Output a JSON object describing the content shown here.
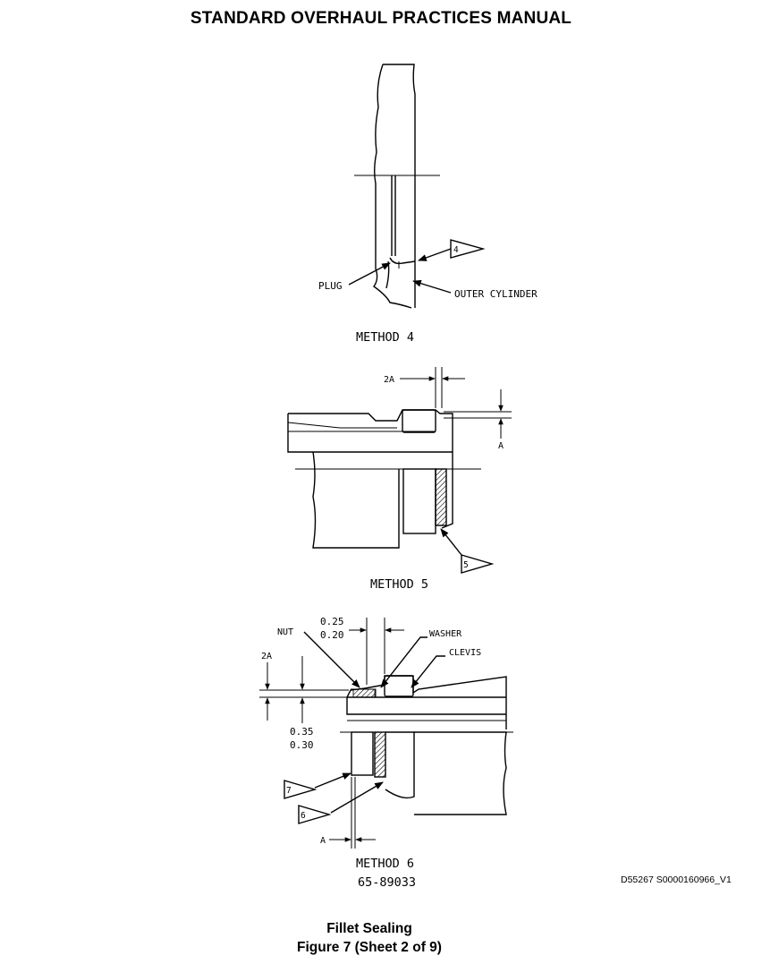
{
  "header": {
    "title": "STANDARD OVERHAUL PRACTICES MANUAL"
  },
  "method4": {
    "label": "METHOD 4",
    "plug": "PLUG",
    "outer_cylinder": "OUTER CYLINDER",
    "flag": "4"
  },
  "method5": {
    "label": "METHOD 5",
    "dim_2a": "2A",
    "dim_a": "A",
    "flag": "5"
  },
  "method6": {
    "label": "METHOD 6",
    "nut": "NUT",
    "washer": "WASHER",
    "clevis": "CLEVIS",
    "dim_2a": "2A",
    "dim_top_1": "0.25",
    "dim_top_2": "0.20",
    "dim_left_1": "0.35",
    "dim_left_2": "0.30",
    "dim_a": "A",
    "flag_7": "7",
    "flag_6": "6"
  },
  "drawing_number": "65-89033",
  "reference_id": "D55267 S0000160966_V1",
  "caption": {
    "title": "Fillet Sealing",
    "figure": "Figure 7  (Sheet 2 of 9)"
  }
}
